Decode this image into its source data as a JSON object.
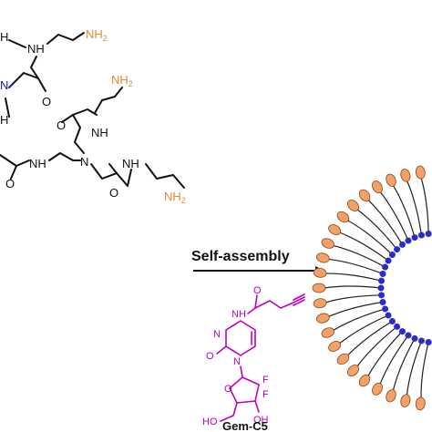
{
  "labels": {
    "amine": "NH",
    "amine_sub": "2",
    "nh": "NH",
    "h_partial": "H",
    "n": "N",
    "o": "O",
    "f": "F",
    "oh": "OH",
    "ho": "HO"
  },
  "arrow": {
    "label": "Self-assembly"
  },
  "drug": {
    "name": "Gem-C5"
  },
  "colors": {
    "amine_orange": "#e08a3c",
    "amine_blue": "#1a1aa8",
    "drug_magenta": "#c000c0",
    "micelle_orange": "#f2a168",
    "micelle_blue": "#2a2ad0"
  }
}
